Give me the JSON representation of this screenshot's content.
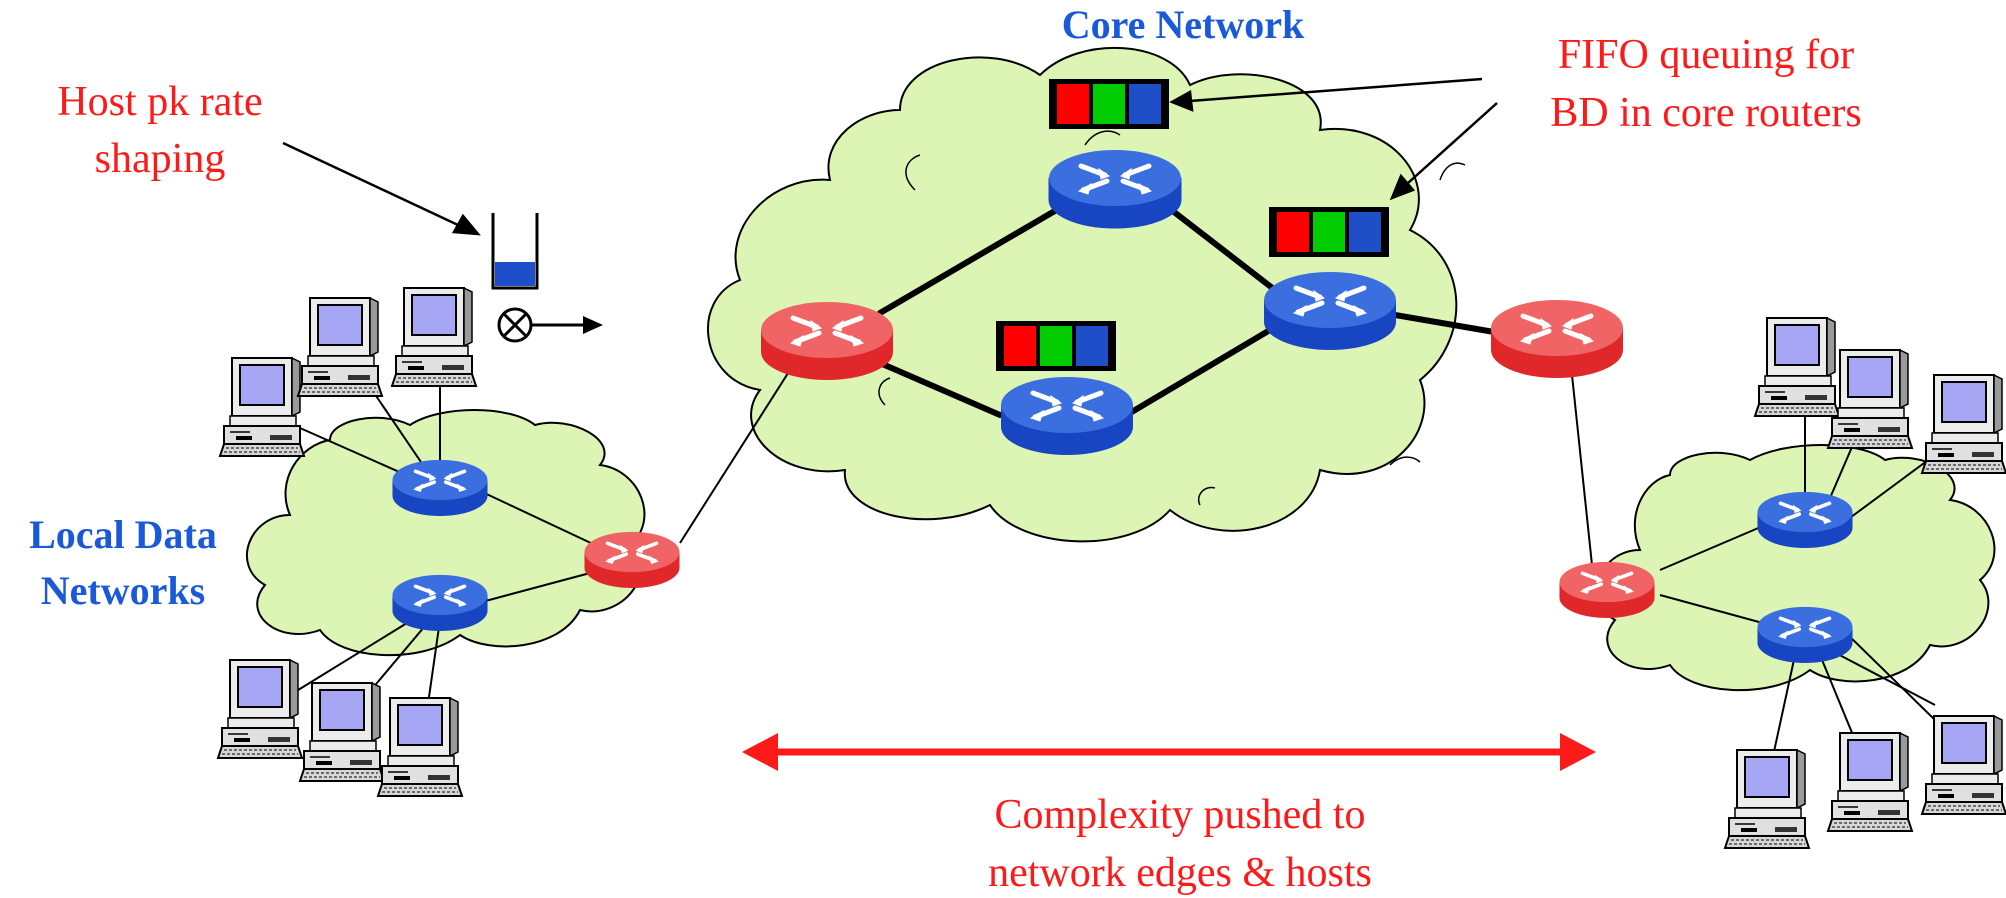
{
  "labels": {
    "core_network": "Core Network",
    "fifo_line1": "FIFO queuing for",
    "fifo_line2": "BD in core routers",
    "host_line1": "Host pk rate",
    "host_line2": "shaping",
    "local_line1": "Local Data",
    "local_line2": "Networks",
    "complexity_line1": "Complexity pushed to",
    "complexity_line2": "network edges & hosts"
  },
  "colors": {
    "cloud_fill": "#dcf5b4",
    "core_router": "#3b6fe0",
    "edge_router": "#f06466",
    "label_red": "#ff1a1a",
    "label_blue": "#1a5ad9",
    "queue_red": "#ff0000",
    "queue_green": "#00cc00",
    "queue_blue": "#1f4fc8",
    "monitor_screen": "#a6a6f5"
  },
  "icons": {
    "core_router": "router-icon",
    "edge_router": "edge-router-icon",
    "host": "computer-icon",
    "queue": "fifo-queue-icon",
    "shaper": "token-bucket-icon",
    "arrow": "double-arrow-icon"
  }
}
